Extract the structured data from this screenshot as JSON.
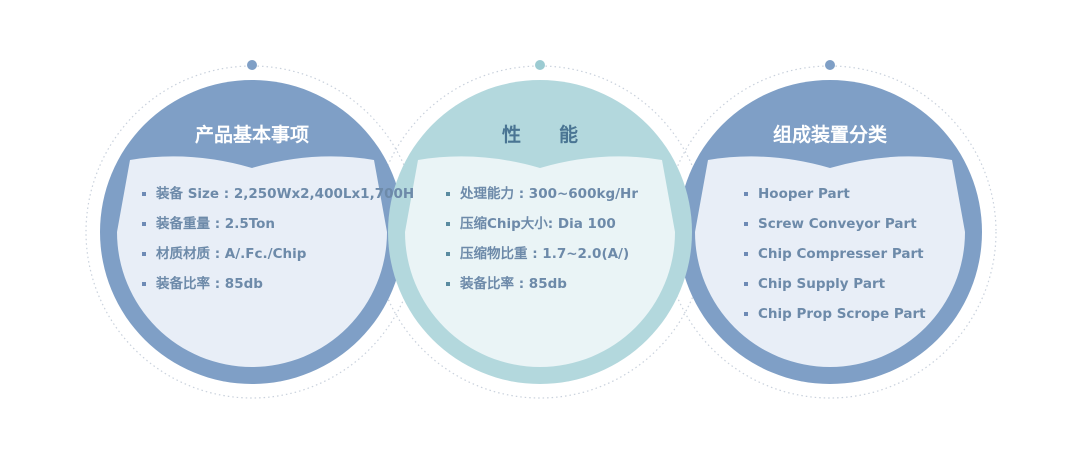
{
  "colors": {
    "blue_ring": "#7f9fc6",
    "blue_inner": "#e8eef7",
    "teal_ring": "#b3d8dd",
    "teal_inner": "#eaf4f6",
    "dot_blue": "#7f9fc6",
    "dot_teal": "#9ccbd2",
    "dotted_line": "#c9d1dc",
    "title_white": "#ffffff",
    "title_teal": "#4a7593",
    "item_text": "#6d8aa9",
    "bullet_blue": "#6d8ab5",
    "bullet_teal": "#5a8ba0"
  },
  "panels": [
    {
      "title": "产品基本事项",
      "items": [
        "装备 Size : 2,250Wx2,400Lx1,700H",
        "装备重量 : 2.5Ton",
        "材质材质 : A/.Fc./Chip",
        "装备比率 : 85db"
      ]
    },
    {
      "title": "性　　能",
      "items": [
        "处理能力 : 300~600kg/Hr",
        "压缩Chip大小: Dia 100",
        "压缩物比重 : 1.7~2.0(A/)",
        "装备比率 : 85db"
      ]
    },
    {
      "title": "组成装置分类",
      "items": [
        "Hooper Part",
        "Screw Conveyor Part",
        "Chip Compresser Part",
        "Chip Supply Part",
        "Chip Prop Scrope Part"
      ]
    }
  ]
}
